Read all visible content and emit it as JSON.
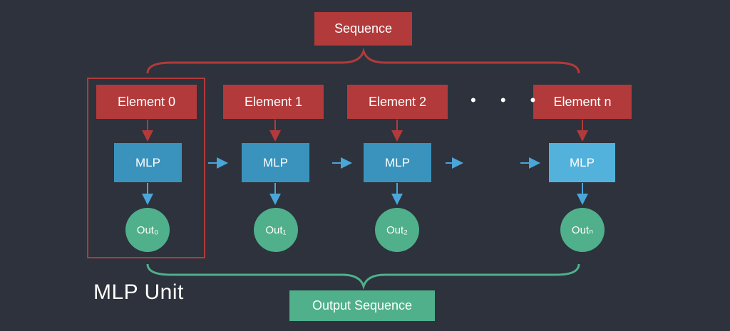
{
  "sequence_label": "Sequence",
  "output_sequence_label": "Output Sequence",
  "unit_label": "MLP Unit",
  "ellipsis": "• • •",
  "elements": [
    {
      "label": "Element 0",
      "mlp": "MLP",
      "out": "Out₀"
    },
    {
      "label": "Element 1",
      "mlp": "MLP",
      "out": "Out₁"
    },
    {
      "label": "Element 2",
      "mlp": "MLP",
      "out": "Out₂"
    },
    {
      "label": "Element n",
      "mlp": "MLP",
      "out": "Outₙ"
    }
  ],
  "colors": {
    "background": "#2d323c",
    "red": "#b33a3a",
    "blue": "#3a93bd",
    "blue_light": "#52b2dc",
    "green": "#4fb08b",
    "arrow": "#4aa6d8"
  }
}
